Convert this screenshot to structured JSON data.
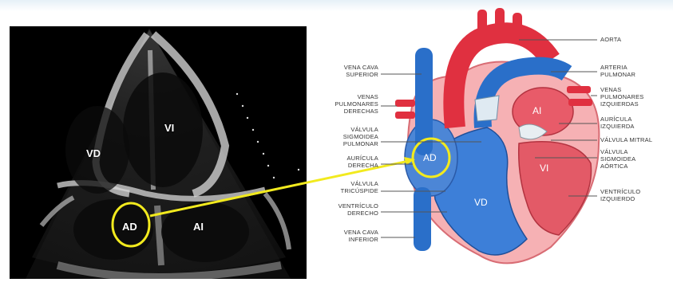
{
  "echo": {
    "labels": {
      "vi": "VI",
      "vd": "VD",
      "ad": "AD",
      "ai": "AI"
    }
  },
  "heart": {
    "chambers": {
      "ad": "AD",
      "ai": "AI",
      "vd": "VD",
      "vi": "VI"
    },
    "left_labels": {
      "vena_cava_superior": "VENA CAVA\nSUPERIOR",
      "venas_pulmonares_derechas": "VENAS\nPULMONARES\nDERECHAS",
      "valvula_sigmoidea_pulmonar": "VÁLVULA\nSIGMOIDEA\nPULMONAR",
      "auricula_derecha": "AURÍCULA\nDERECHA",
      "valvula_tricuspide": "VÁLVULA\nTRICÚSPIDE",
      "ventriculo_derecho": "VENTRÍCULO\nDERECHO",
      "vena_cava_inferior": "VENA CAVA\nINFERIOR"
    },
    "right_labels": {
      "aorta": "AORTA",
      "arteria_pulmonar": "ARTERIA\nPULMONAR",
      "venas_pulmonares_izquierdas": "VENAS\nPULMONARES\nIZQUIERDAS",
      "auricula_izquierda": "AURÍCULA\nIZQUIERDA",
      "valvula_mitral": "VÁLVULA MITRAL",
      "valvula_sigmoidea_aortica": "VÁLVULA\nSIGMOIDEA\nAÓRTICA",
      "ventriculo_izquierdo": "VENTRÍCULO\nIZQUIERDO"
    }
  },
  "colors": {
    "highlight_yellow": "#f2ea1e",
    "vein_blue": "#2a6fc9",
    "artery_red": "#e03040",
    "chamber_pink": "#f5a3a8"
  }
}
